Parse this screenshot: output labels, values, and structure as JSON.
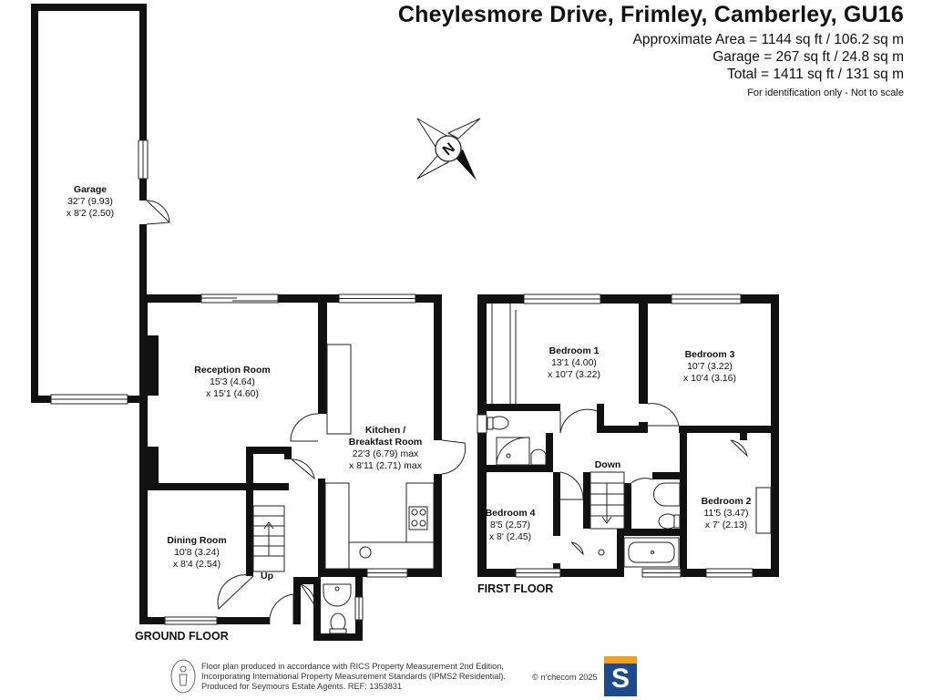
{
  "header": {
    "title": "Cheylesmore Drive, Frimley, Camberley, GU16",
    "approx_area": "Approximate Area = 1144 sq ft / 106.2 sq m",
    "garage_area": "Garage = 267 sq ft / 24.8 sq m",
    "total_area": "Total = 1411 sq ft / 131 sq m",
    "disclaimer": "For identification only - Not to scale"
  },
  "compass": {
    "label": "N"
  },
  "ground_floor": {
    "label": "GROUND FLOOR",
    "stairs_label": "Up",
    "rooms": {
      "garage": {
        "name": "Garage",
        "dim1": "32'7 (9.93)",
        "dim2": "x 8'2 (2.50)"
      },
      "reception": {
        "name": "Reception Room",
        "dim1": "15'3 (4.64)",
        "dim2": "x 15'1 (4.60)"
      },
      "kitchen": {
        "name1": "Kitchen /",
        "name2": "Breakfast Room",
        "dim1": "22'3 (6.79) max",
        "dim2": "x 8'11 (2.71) max"
      },
      "dining": {
        "name": "Dining Room",
        "dim1": "10'8 (3.24)",
        "dim2": "x 8'4 (2.54)"
      }
    }
  },
  "first_floor": {
    "label": "FIRST FLOOR",
    "stairs_label": "Down",
    "rooms": {
      "bedroom1": {
        "name": "Bedroom 1",
        "dim1": "13'1 (4.00)",
        "dim2": "x 10'7 (3.22)"
      },
      "bedroom3": {
        "name": "Bedroom 3",
        "dim1": "10'7 (3.22)",
        "dim2": "x 10'4 (3.16)"
      },
      "bedroom4": {
        "name": "Bedroom 4",
        "dim1": "8'5 (2.57)",
        "dim2": "x 8' (2.45)"
      },
      "bedroom2": {
        "name": "Bedroom 2",
        "dim1": "11'5 (3.47)",
        "dim2": "x 7' (2.13)"
      }
    }
  },
  "footer": {
    "line1": "Floor plan produced in accordance with RICS Property Measurement 2nd Edition,",
    "line2": "Incorporating International Property Measurement Standards (IPMS2 Residential).",
    "line3": "Produced for Seymours Estate Agents.   REF: 1353831",
    "copyright": "© n‘checom 2025",
    "logo_letter": "S"
  }
}
